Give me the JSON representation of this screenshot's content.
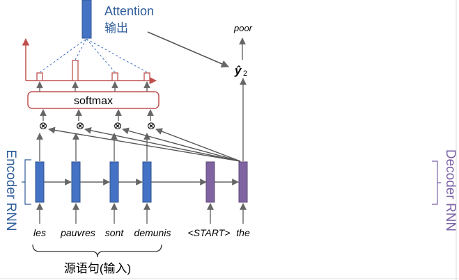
{
  "title": {
    "line1": "Attention",
    "line2": "输出"
  },
  "output": {
    "word": "poor",
    "symbol": "ŷ",
    "subscript": "2"
  },
  "softmax_label": "softmax",
  "attention_symbol": "⊗",
  "encoder": {
    "label": "Encoder RNN",
    "words": [
      "les",
      "pauvres",
      "sont",
      "demunis"
    ]
  },
  "decoder": {
    "label": "Decoder RNN",
    "words": [
      "<START>",
      "the"
    ]
  },
  "source_label": "源语句(输入)",
  "colors": {
    "encoder": "#4472c4",
    "decoder": "#8064a2",
    "attention": "#c0504d",
    "label_blue": "#2e5c9a",
    "label_purple": "#7a62a6",
    "arrow": "#666666"
  }
}
